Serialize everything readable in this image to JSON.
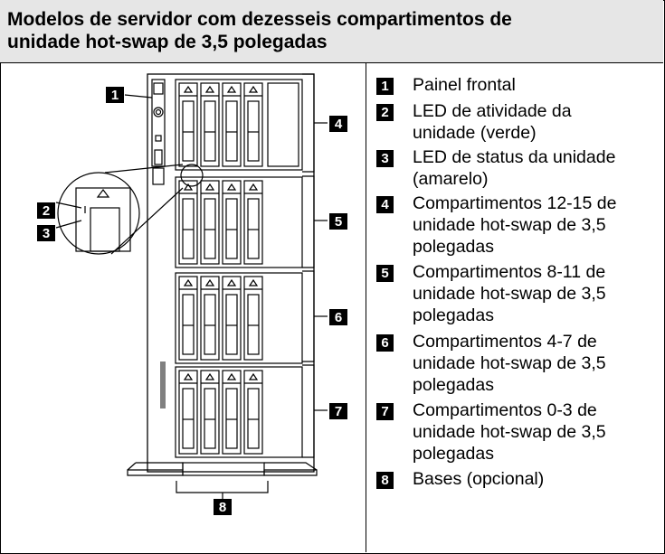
{
  "title_lines": [
    "Modelos de servidor com dezesseis compartimentos de",
    "unidade hot-swap de 3,5 polegadas"
  ],
  "callouts": [
    "1",
    "2",
    "3",
    "4",
    "5",
    "6",
    "7",
    "8"
  ],
  "legend": [
    {
      "num": "1",
      "lines": [
        "Painel frontal"
      ]
    },
    {
      "num": "2",
      "lines": [
        "LED de atividade da",
        "unidade (verde)"
      ]
    },
    {
      "num": "3",
      "lines": [
        "LED de status da unidade",
        "(amarelo)"
      ]
    },
    {
      "num": "4",
      "lines": [
        "Compartimentos 12-15 de",
        "unidade hot-swap de 3,5",
        "polegadas"
      ]
    },
    {
      "num": "5",
      "lines": [
        "Compartimentos 8-11 de",
        "unidade hot-swap de 3,5",
        "polegadas"
      ]
    },
    {
      "num": "6",
      "lines": [
        "Compartimentos 4-7 de",
        "unidade hot-swap de 3,5",
        "polegadas"
      ]
    },
    {
      "num": "7",
      "lines": [
        "Compartimentos 0-3 de",
        "unidade hot-swap de 3,5",
        "polegadas"
      ]
    },
    {
      "num": "8",
      "lines": [
        "Bases (opcional)"
      ]
    }
  ]
}
